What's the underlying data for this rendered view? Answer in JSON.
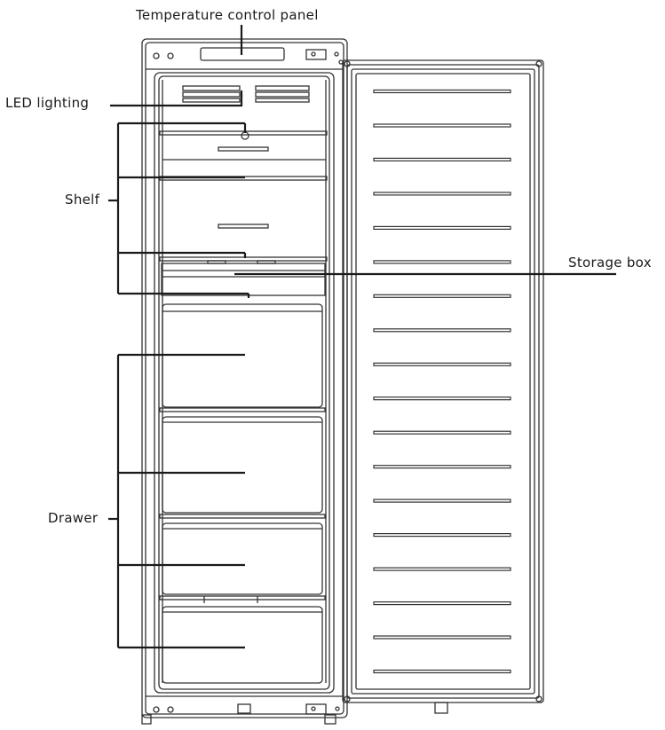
{
  "labels": {
    "temperature_control_panel": "Temperature control panel",
    "led_lighting": "LED lighting",
    "shelf": "Shelf",
    "storage_box": "Storage box",
    "drawer": "Drawer"
  },
  "components": {
    "shelves": 4,
    "drawers": 4,
    "door_racks": 18
  },
  "colors": {
    "line": "#1a1a1a",
    "outline": "#333333",
    "background": "#ffffff"
  }
}
